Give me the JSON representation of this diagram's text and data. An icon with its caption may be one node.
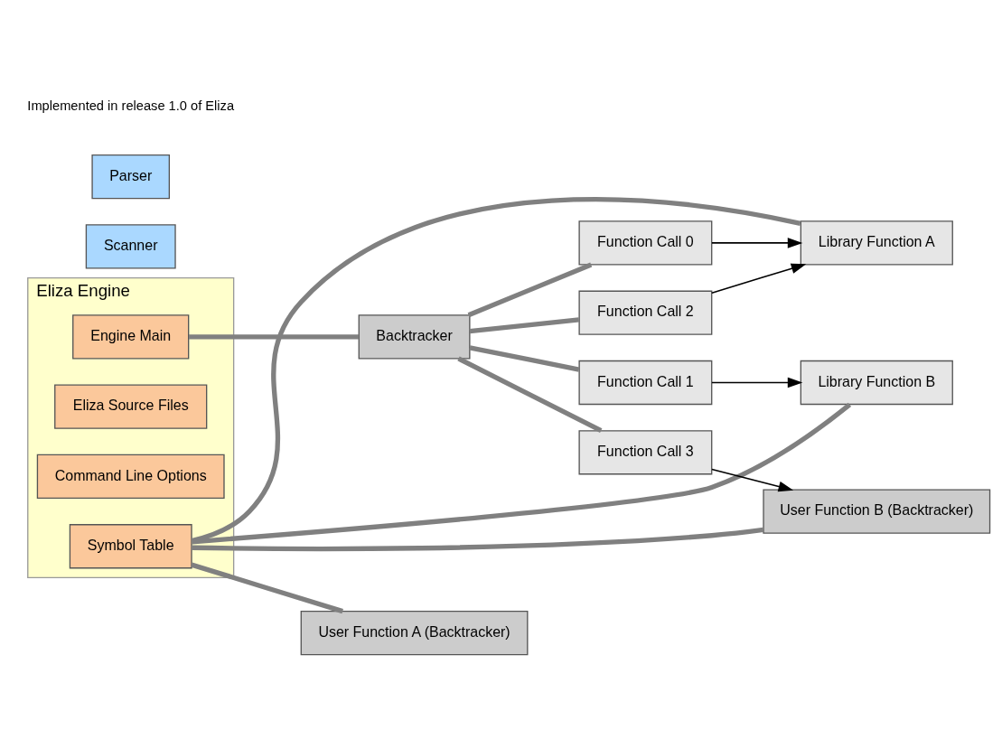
{
  "diagram": {
    "nodes": [
      {
        "text": [
          "Eliza Engine"
        ]
      },
      {
        "text": [
          "Scanner"
        ]
      },
      {
        "text": [
          "Parser"
        ]
      },
      {
        "text": [
          "Engine Main"
        ],
        "in": 0
      },
      {
        "text": [
          "Eliza Source Files"
        ],
        "in": 0
      },
      {
        "text": [
          "Command Line Options"
        ],
        "in": 0
      },
      {
        "text": [
          "Symbol Table"
        ],
        "in": 0
      },
      {
        "text": [
          "Backtracker"
        ]
      },
      {
        "text": [
          "Function Call 0"
        ]
      },
      {
        "text": [
          "Function Call 1"
        ]
      },
      {
        "text": [
          "Function Call 2"
        ]
      },
      {
        "text": [
          "Function Call 3"
        ]
      },
      {
        "text": [
          "Library Function A"
        ]
      },
      {
        "text": [
          "Library Function B"
        ]
      },
      {
        "text": [
          "User Function A (Backtracker)"
        ]
      },
      {
        "text": [
          "User Function B (Backtracker)"
        ]
      }
    ],
    "edges": [
      {
        "from": 3,
        "to": 7,
        "arrow": "none"
      },
      {
        "from": 7,
        "to": 8,
        "arrow": "none"
      },
      {
        "from": 7,
        "to": 9,
        "arrow": "none"
      },
      {
        "from": 7,
        "to": 10,
        "arrow": "none"
      },
      {
        "from": 7,
        "to": 11,
        "arrow": "none"
      },
      {
        "from": 6,
        "to": 12,
        "arrow": "none"
      },
      {
        "from": 6,
        "to": 13,
        "arrow": "none"
      },
      {
        "from": 6,
        "to": 14,
        "arrow": "none"
      },
      {
        "from": 6,
        "to": 15,
        "arrow": "none"
      },
      {
        "from": 8,
        "to": 12,
        "arrow": "to",
        "color": "#000000"
      },
      {
        "from": 9,
        "to": 13,
        "arrow": "to",
        "color": "#000000"
      },
      {
        "from": 10,
        "to": 12,
        "arrow": "to",
        "color": "#000000"
      },
      {
        "from": 11,
        "to": 15,
        "arrow": "to",
        "color": "#000000"
      }
    ],
    "labels": [
      "Implemented in release 1.0 of Eliza"
    ]
  }
}
